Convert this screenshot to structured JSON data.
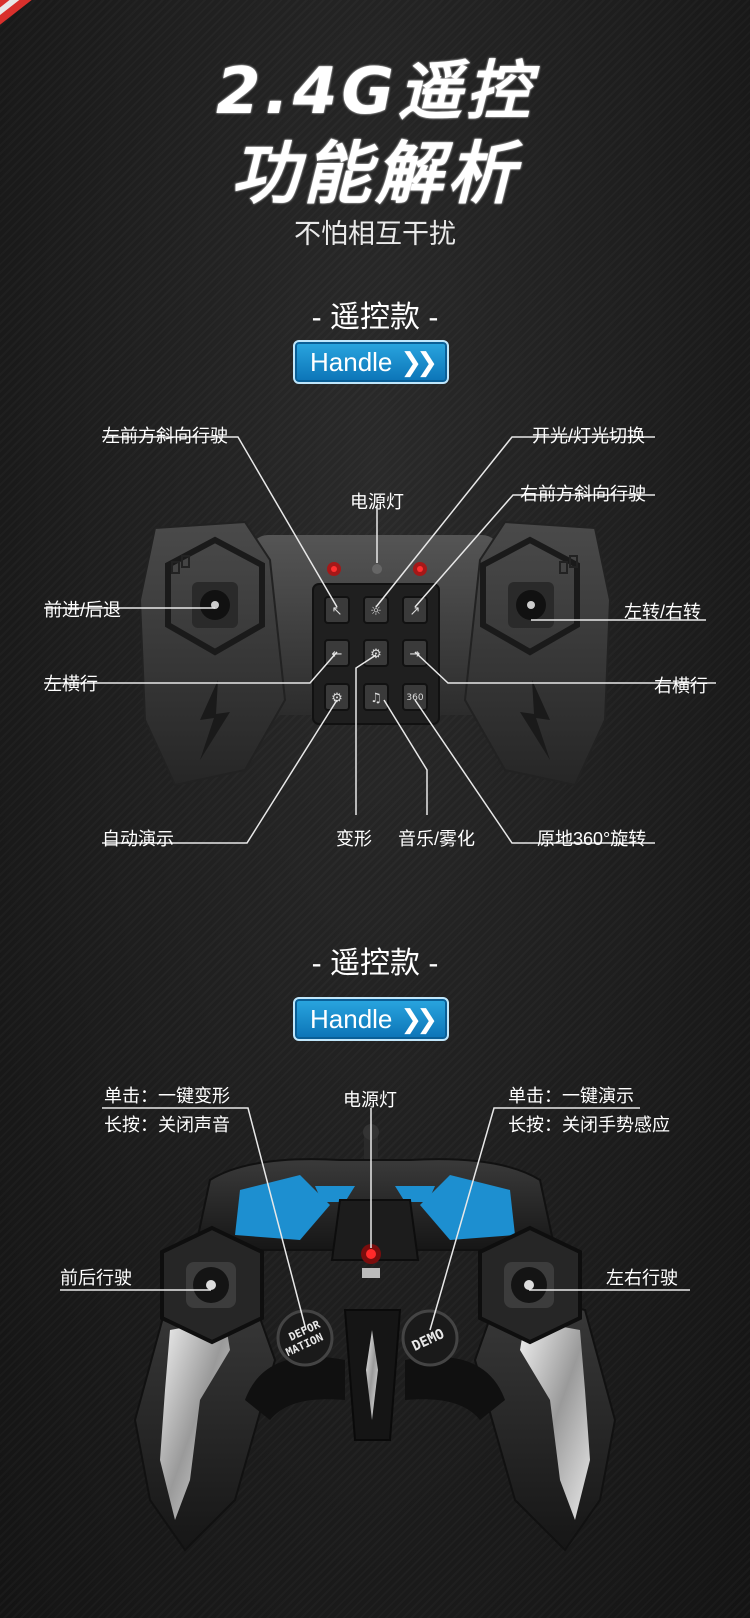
{
  "header": {
    "title_line1": "2.4G遥控",
    "title_line2": "功能解析",
    "subtitle": "不怕相互干扰"
  },
  "section1": {
    "heading": "- 遥控款 -",
    "badge": "Handle",
    "labels": {
      "upper_left_diag": "左前方斜向行驶",
      "light_switch": "开光/灯光切换",
      "power_light": "电源灯",
      "upper_right_diag": "右前方斜向行驶",
      "forward_back": "前进/后退",
      "turn": "左转/右转",
      "left_strafe": "左横行",
      "right_strafe": "右横行",
      "auto_demo": "自动演示",
      "transform": "变形",
      "music_mist": "音乐/雾化",
      "spin_360": "原地360°旋转"
    }
  },
  "section2": {
    "heading": "- 遥控款 -",
    "badge": "Handle",
    "labels": {
      "left_click": "单击：一键变形",
      "left_hold": "长按：关闭声音",
      "power_light": "电源灯",
      "right_click": "单击：一键演示",
      "right_hold": "长按：关闭手势感应",
      "front_back": "前后行驶",
      "left_right": "左右行驶"
    },
    "button_text": {
      "deformation": "DEFOR MATION",
      "demo": "DEMO"
    }
  },
  "colors": {
    "accent_blue": "#1d8fd0",
    "led_red": "#e02020"
  }
}
